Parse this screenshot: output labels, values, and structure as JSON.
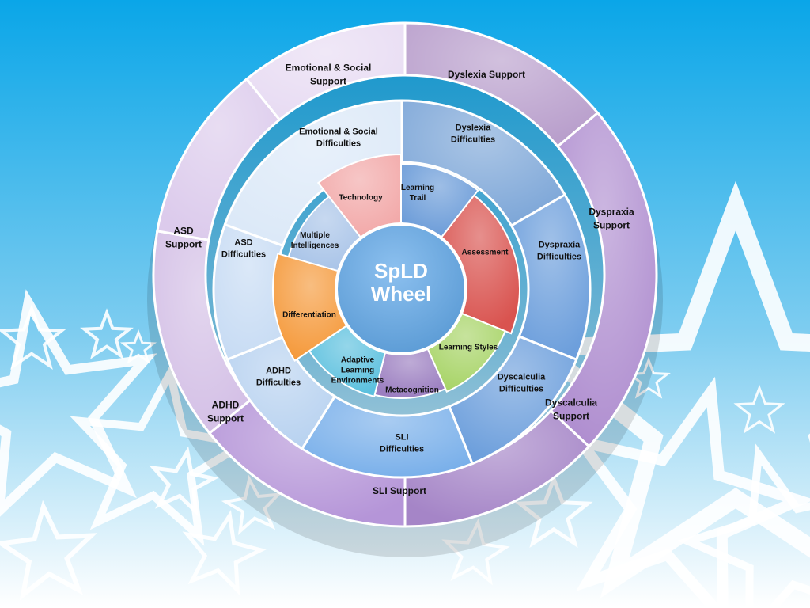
{
  "diagram": {
    "center": {
      "lines": [
        "SpLD",
        "Wheel"
      ],
      "color": "#5b9bd5"
    },
    "inner_ring": [
      {
        "lines": [
          "Learning",
          "Trail"
        ],
        "color": "#6a9bd8"
      },
      {
        "lines": [
          "Assessment"
        ],
        "color": "#d9534f"
      },
      {
        "lines": [
          "Learning Styles"
        ],
        "color": "#a8d468"
      },
      {
        "lines": [
          "Metacognition"
        ],
        "color": "#9b7ec0"
      },
      {
        "lines": [
          "Adaptive",
          "Learning",
          "Environments"
        ],
        "color": "#5bc0de"
      },
      {
        "lines": [
          "Differentiation"
        ],
        "color": "#f59a3c"
      },
      {
        "lines": [
          "Multiple",
          "Intelligences"
        ],
        "color": "#a9c4e8"
      },
      {
        "lines": [
          "Technology"
        ],
        "color": "#f2a8a8"
      }
    ],
    "middle_ring": [
      {
        "lines": [
          "Dyslexia",
          "Difficulties"
        ],
        "color": "#7ea7d8"
      },
      {
        "lines": [
          "Dyspraxia",
          "Difficulties"
        ],
        "color": "#6d9fdc"
      },
      {
        "lines": [
          "Dyscalculia",
          "Difficulties"
        ],
        "color": "#6d9fdc"
      },
      {
        "lines": [
          "SLI",
          "Difficulties"
        ],
        "color": "#7ab0ea"
      },
      {
        "lines": [
          "ADHD",
          "Difficulties"
        ],
        "color": "#b8d2f0"
      },
      {
        "lines": [
          "ASD",
          "Difficulties"
        ],
        "color": "#c8dcf4"
      },
      {
        "lines": [
          "Emotional & Social",
          "Difficulties"
        ],
        "color": "#dce9f8"
      }
    ],
    "outer_ring": [
      {
        "lines": [
          "Dyslexia Support"
        ],
        "color": "#b99fcc"
      },
      {
        "lines": [
          "Dyspraxia",
          "Support"
        ],
        "color": "#b08fd0"
      },
      {
        "lines": [
          "Dyscalculia",
          "Support"
        ],
        "color": "#a585c7"
      },
      {
        "lines": [
          "SLI Support"
        ],
        "color": "#b595d8"
      },
      {
        "lines": [
          "ADHD",
          "Support"
        ],
        "color": "#d4c0e6"
      },
      {
        "lines": [
          "ASD",
          "Support"
        ],
        "color": "#dccbec"
      },
      {
        "lines": [
          "Emotional & Social",
          "Support"
        ],
        "color": "#e8dcf3"
      }
    ]
  },
  "background": {
    "top_color": "#0aa6e8",
    "bottom_color": "#ffffff",
    "star_icon": "star-outline-icon"
  }
}
